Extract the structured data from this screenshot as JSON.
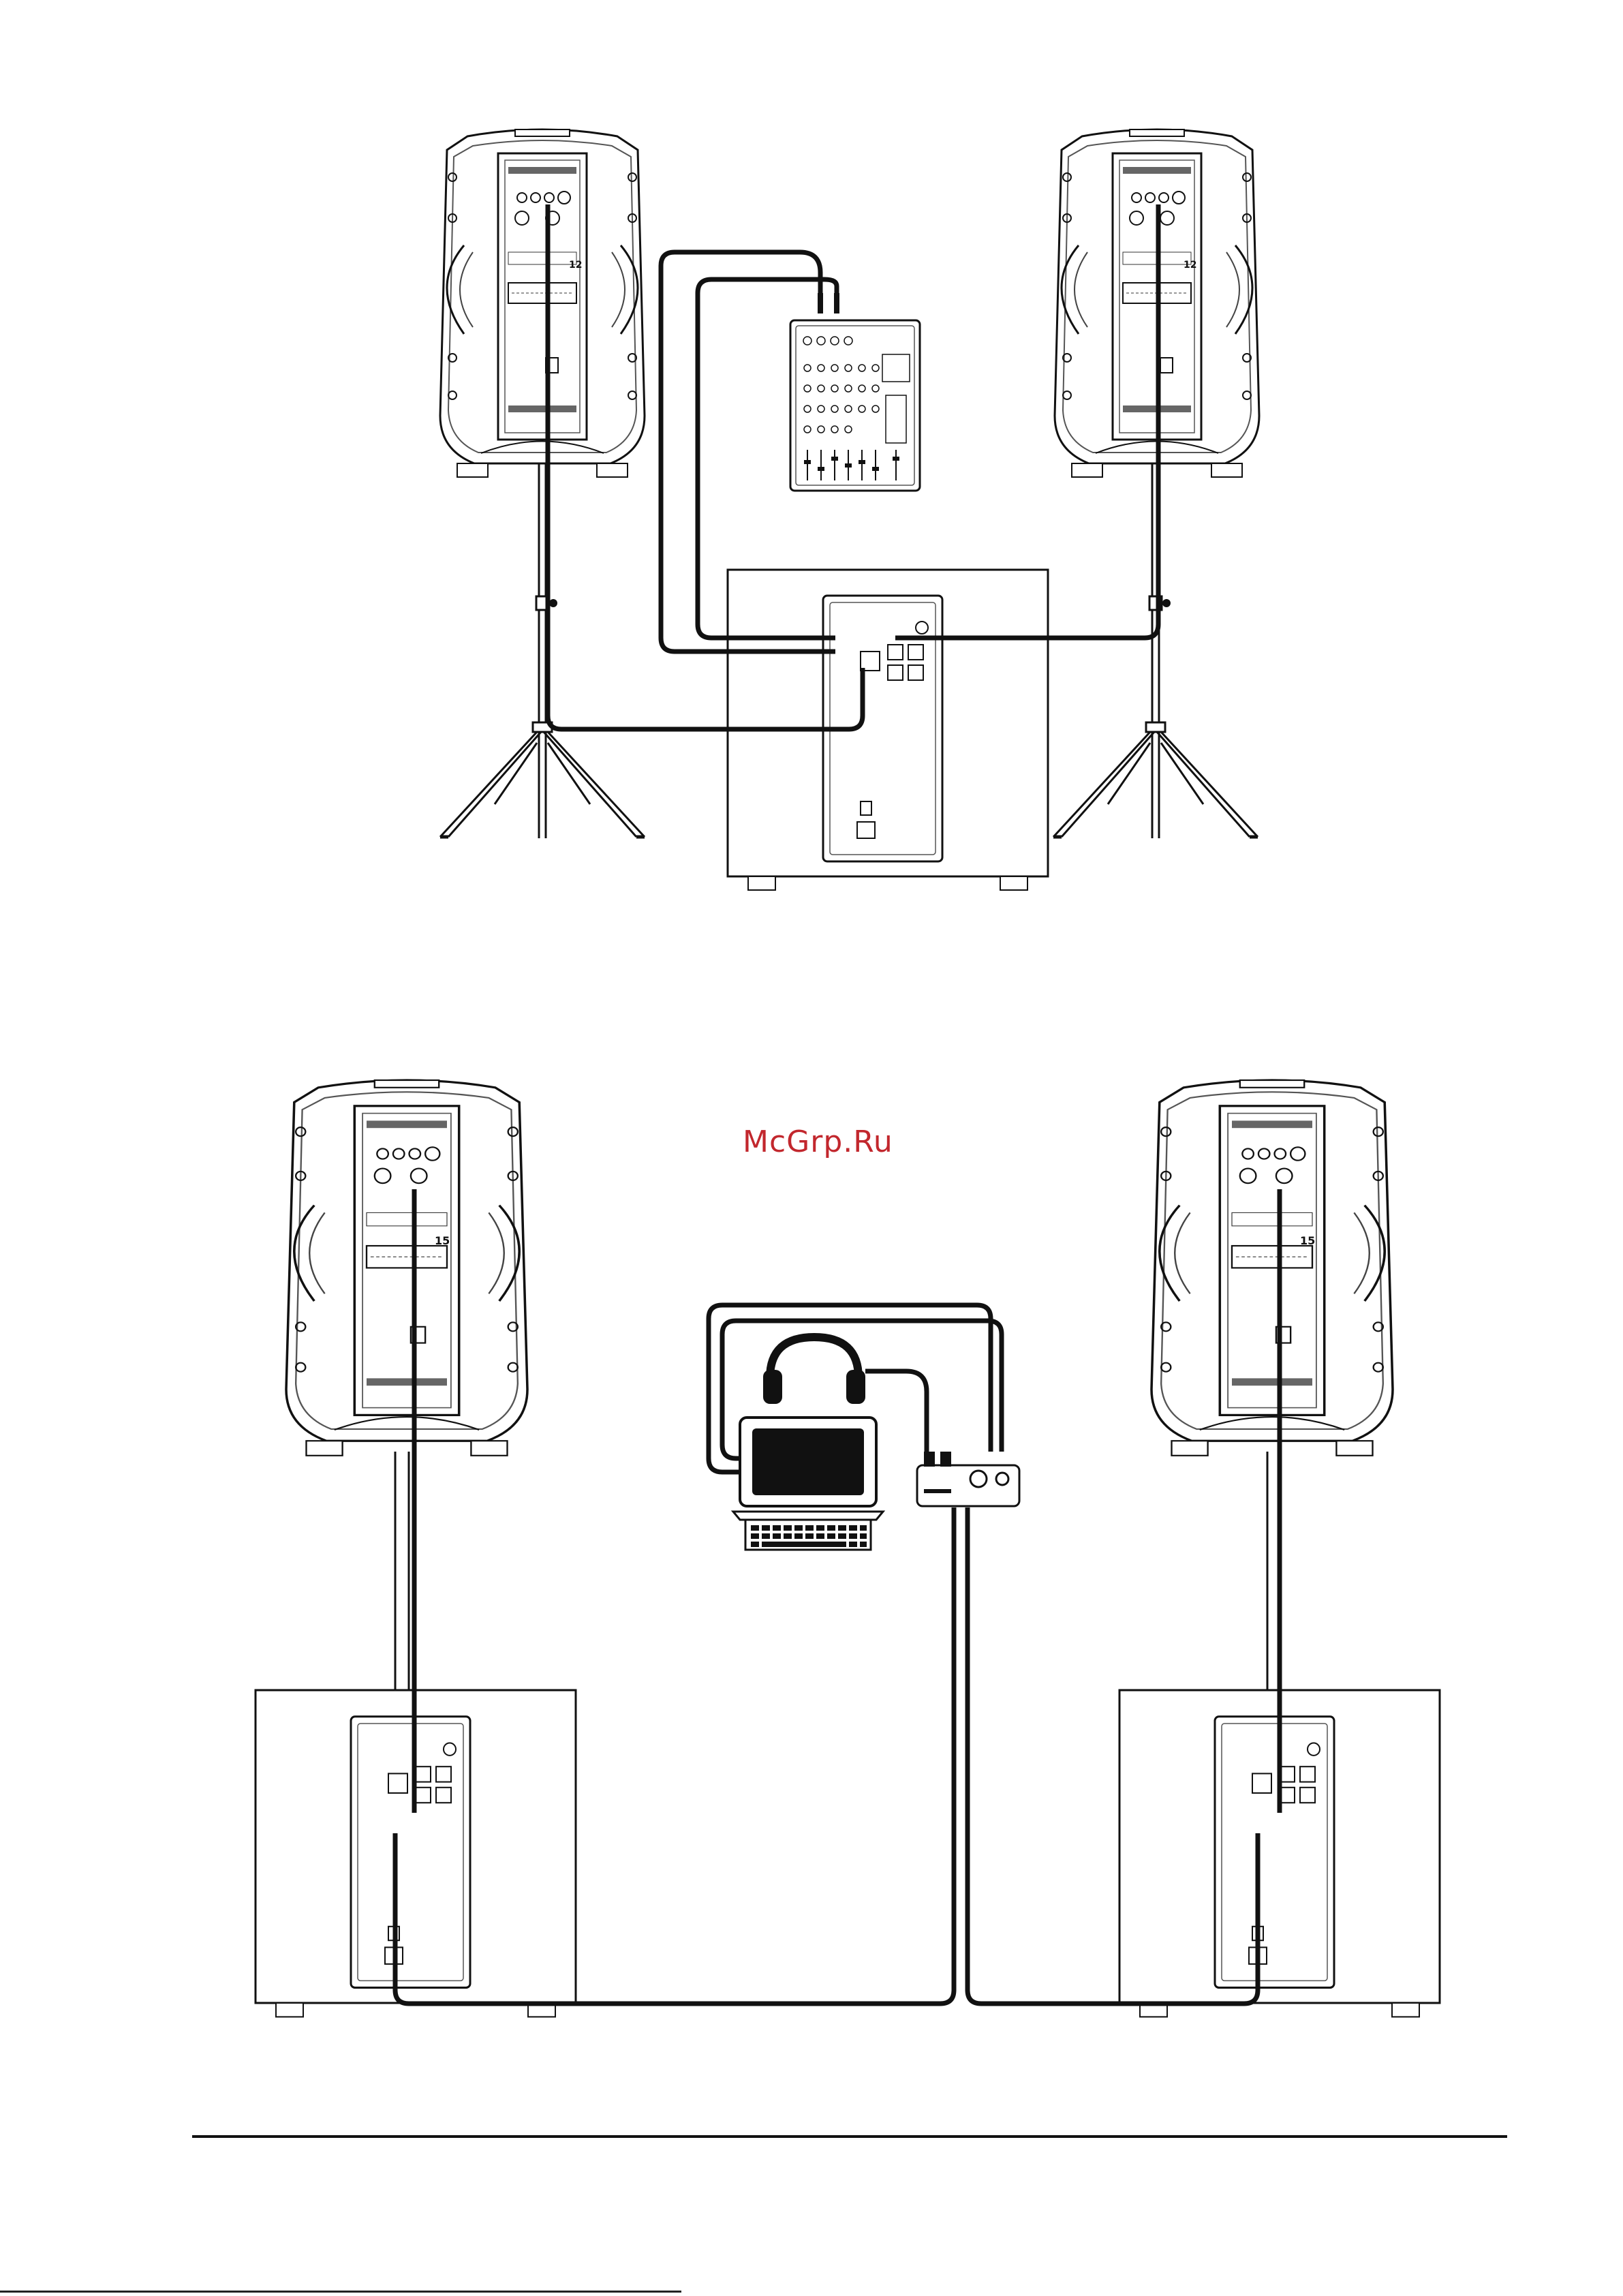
{
  "watermark": {
    "text": "McGrp.Ru",
    "color": "#c2272d"
  },
  "top_setup": {
    "speaker_model_badge_left": "12",
    "speaker_model_badge_right": "12"
  },
  "bottom_setup": {
    "speaker_model_badge_left": "15",
    "speaker_model_badge_right": "15"
  },
  "icons": [
    "speaker-icon",
    "mixer-icon",
    "subwoofer-icon",
    "laptop-icon",
    "headphones-icon",
    "audio-interface-icon",
    "cable-icon"
  ],
  "colors": {
    "line": "#111111",
    "background": "#ffffff"
  }
}
